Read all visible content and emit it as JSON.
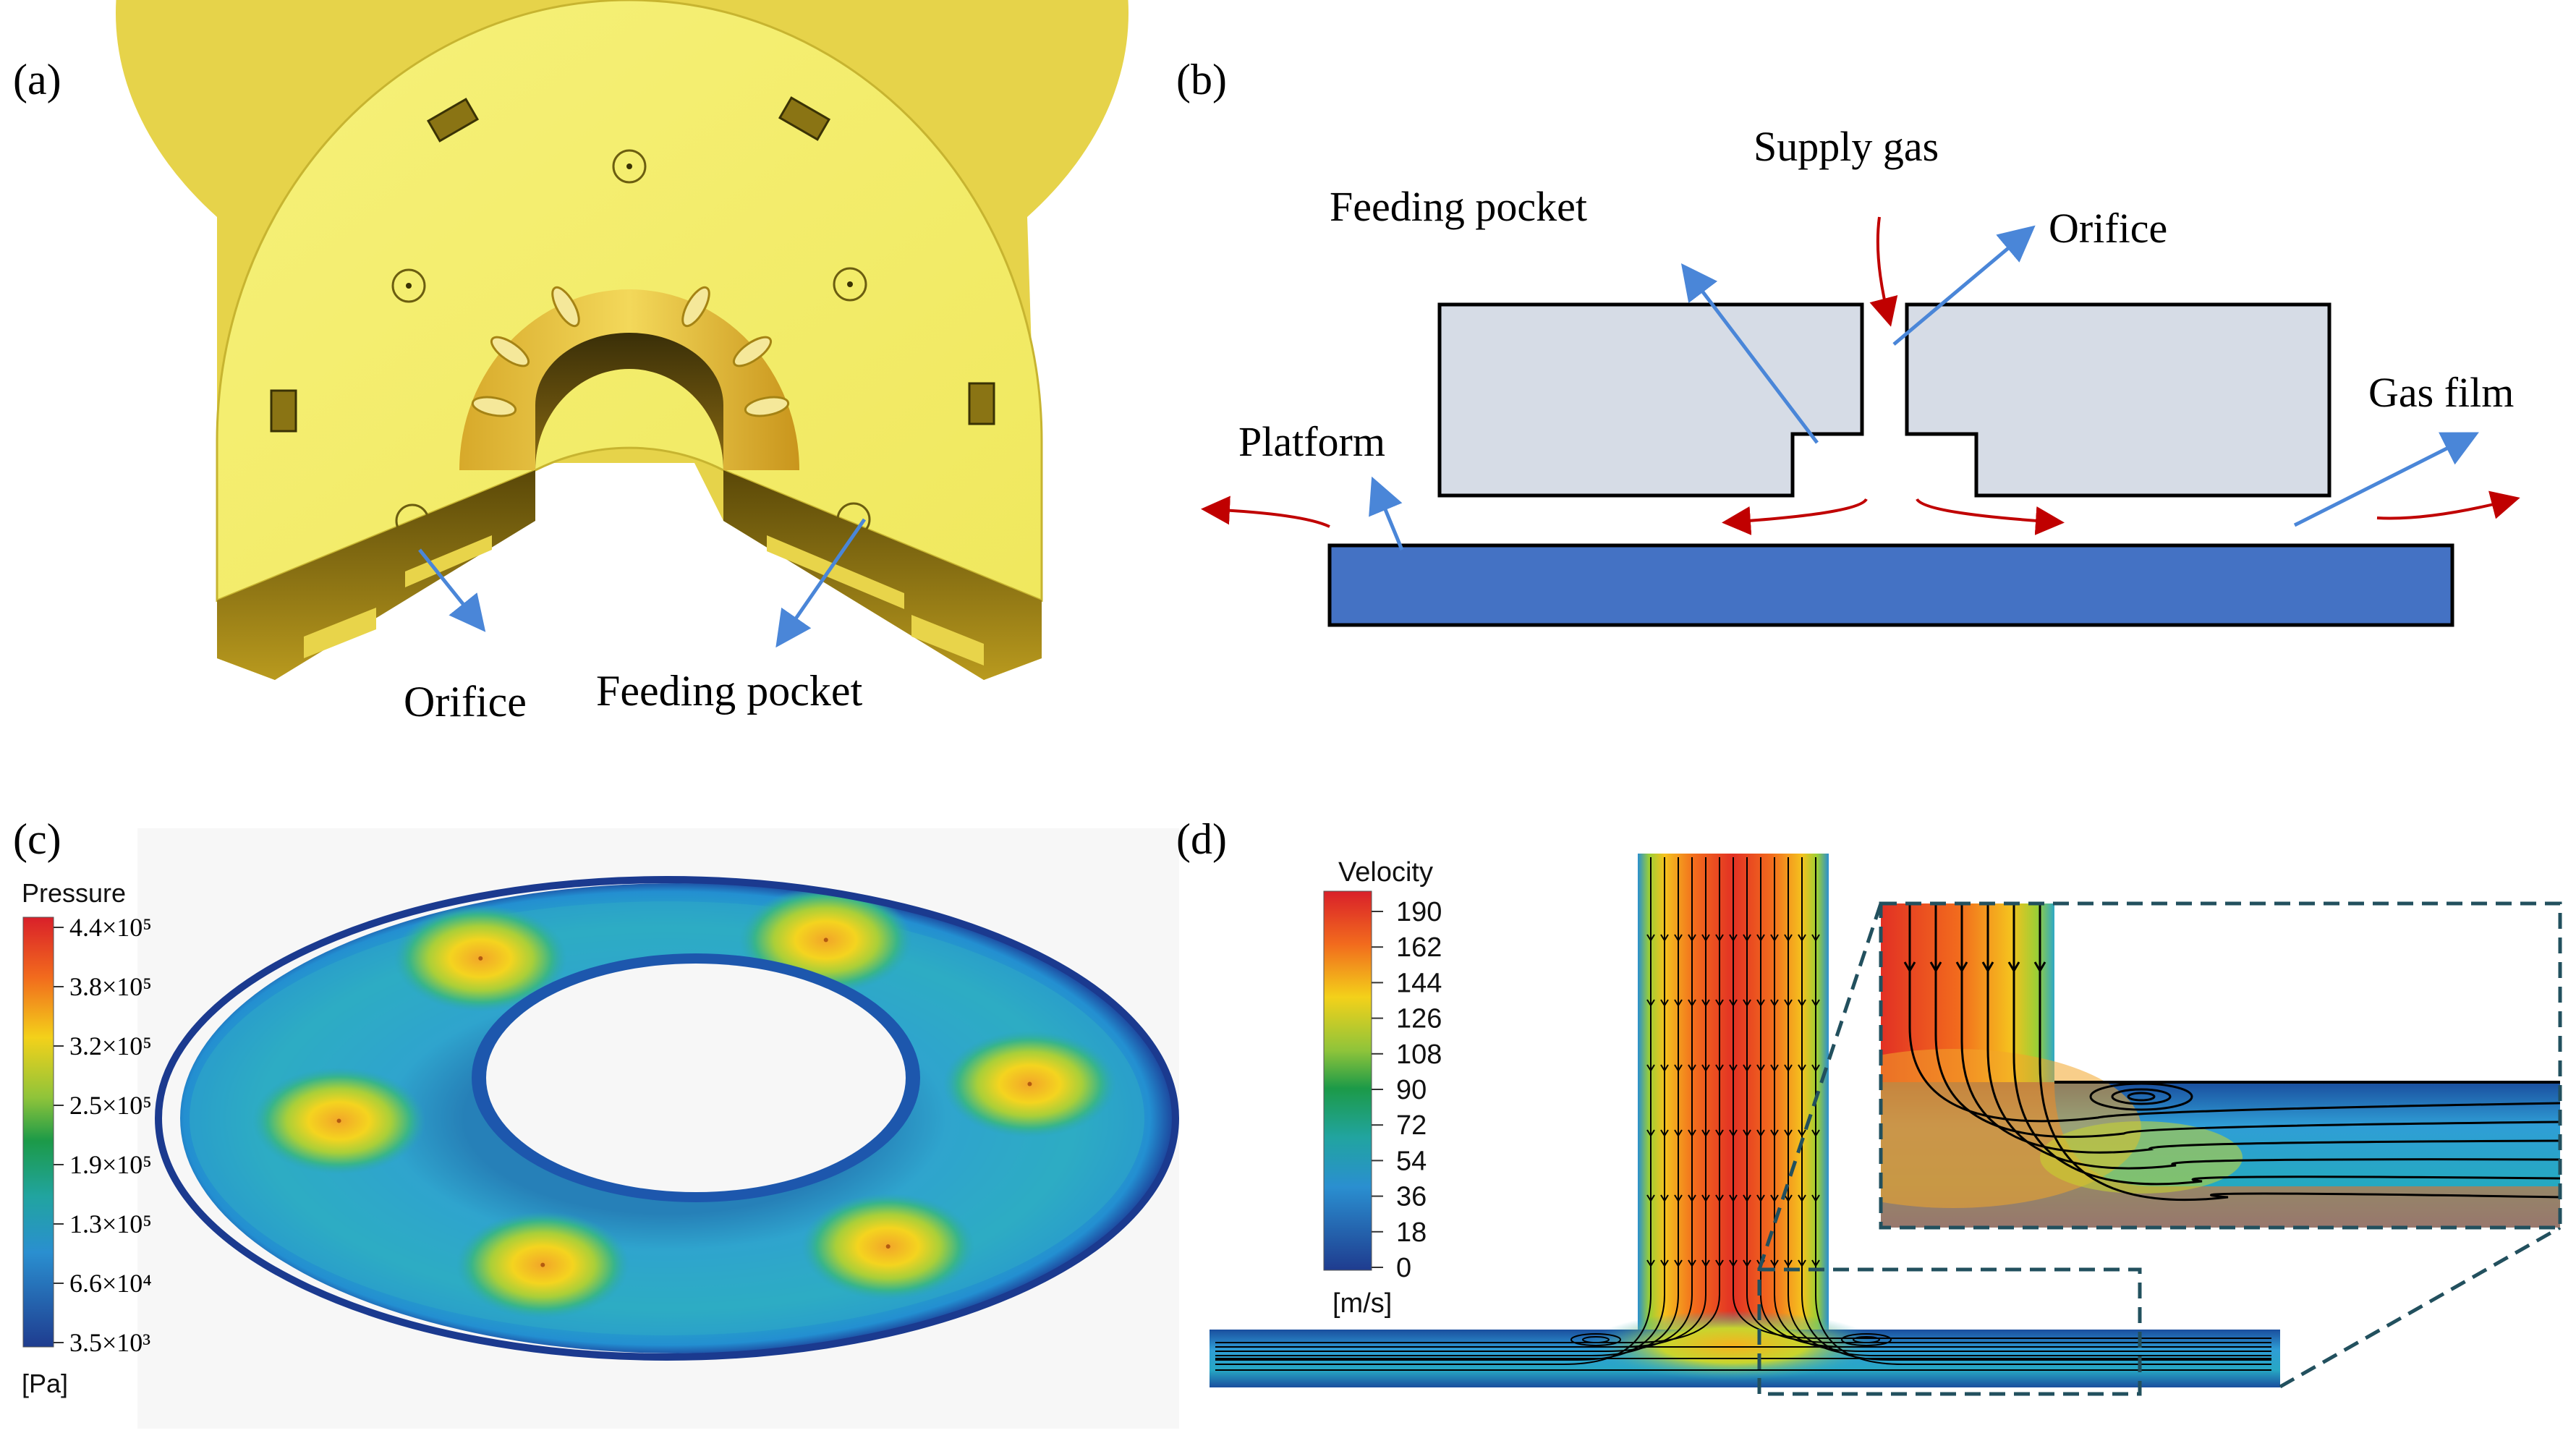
{
  "panels": {
    "a": {
      "letter": "(a)",
      "labels": {
        "orifice": "Orifice",
        "feeding_pocket": "Feeding pocket"
      },
      "part_color": "#f4ee6a"
    },
    "b": {
      "letter": "(b)",
      "labels": {
        "supply_gas": "Supply gas",
        "feeding_pocket": "Feeding pocket",
        "orifice": "Orifice",
        "gas_film": "Gas film",
        "platform": "Platform"
      },
      "colors": {
        "bearing": "#d6dce6",
        "platform": "#4472c4",
        "pointer": "#4a86d8",
        "flow": "#c00000"
      }
    },
    "c": {
      "letter": "(c)",
      "colorbar": {
        "title": "Pressure",
        "unit": "[Pa]",
        "ticks": [
          "4.4×10⁵",
          "3.8×10⁵",
          "3.2×10⁵",
          "2.5×10⁵",
          "1.9×10⁵",
          "1.3×10⁵",
          "6.6×10⁴",
          "3.5×10³"
        ]
      },
      "orifice_count": 6
    },
    "d": {
      "letter": "(d)",
      "colorbar": {
        "title": "Velocity",
        "unit": "[m/s]",
        "ticks": [
          "190",
          "162",
          "144",
          "126",
          "108",
          "90",
          "72",
          "54",
          "36",
          "18",
          "0"
        ]
      }
    }
  }
}
